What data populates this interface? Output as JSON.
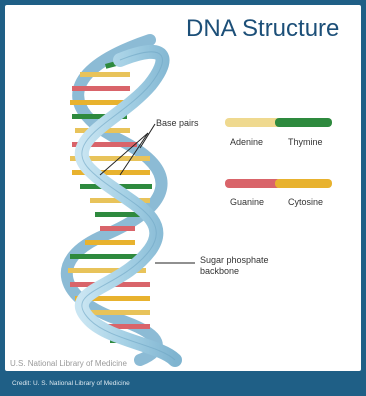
{
  "title": "DNA Structure",
  "labels": {
    "base_pairs": "Base pairs",
    "sugar_phosphate_line1": "Sugar phosphate",
    "sugar_phosphate_line2": "backbone"
  },
  "legend": [
    {
      "left": "Adenine",
      "right": "Thymine",
      "left_color": "#e8c35a",
      "right_color": "#2e8a3e"
    },
    {
      "left": "Guanine",
      "right": "Cytosine",
      "left_color": "#d9646a",
      "right_color": "#e8b22e"
    }
  ],
  "watermark": "U.S. National Library of Medicine",
  "credit": "Credit: U. S. National Library of Medicine",
  "colors": {
    "backbone": "#a9d2e6",
    "backbone_edge": "#6fa6c4",
    "border": "#1f5f86",
    "title": "#1c4f78"
  }
}
